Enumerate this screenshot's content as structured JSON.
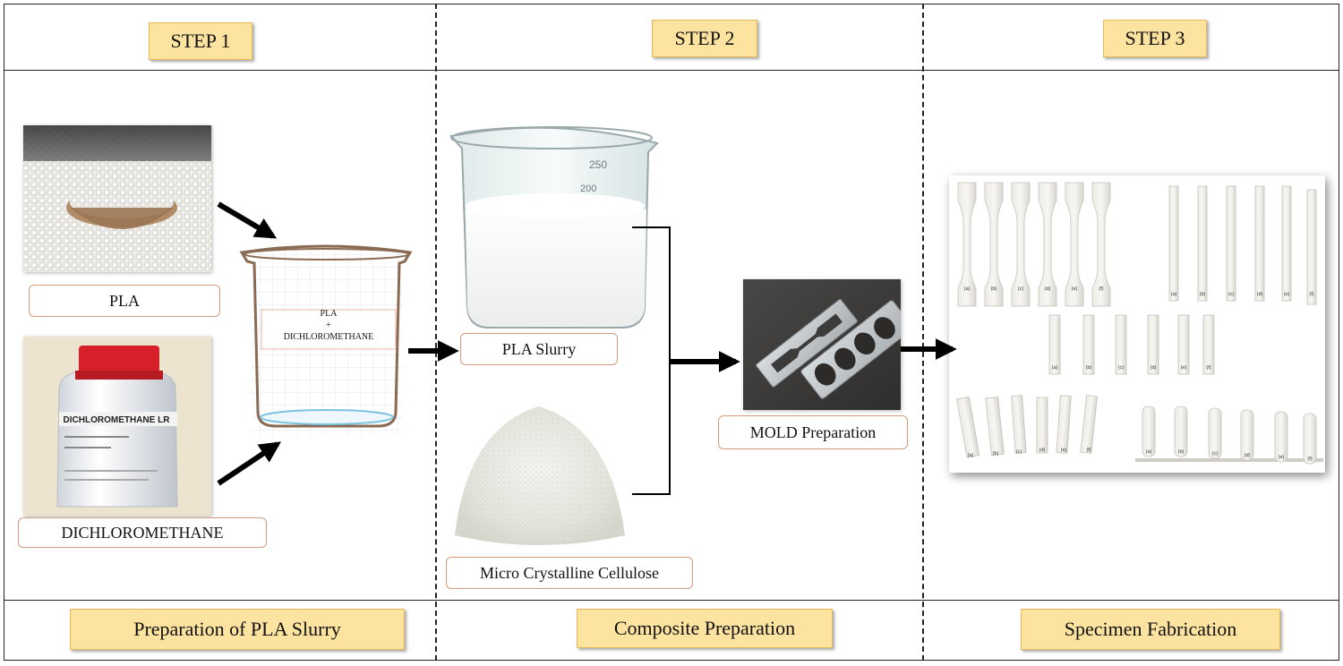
{
  "steps": {
    "step1": {
      "title": "STEP 1",
      "footer": "Preparation of PLA Slurry"
    },
    "step2": {
      "title": "STEP 2",
      "footer": "Composite Preparation"
    },
    "step3": {
      "title": "STEP 3",
      "footer": "Specimen Fabrication"
    }
  },
  "labels": {
    "pla": "PLA",
    "dichloromethane": "DICHLOROMETHANE",
    "beaker_mix_line1": "PLA",
    "beaker_mix_plus": "+",
    "beaker_mix_line2": "DICHLOROMETHANE",
    "pla_slurry": "PLA Slurry",
    "mcc": "Micro Crystalline  Cellulose",
    "mold": "MOLD Preparation"
  },
  "bottle": {
    "line1": "DICHLOROMETHANE LR"
  },
  "specimen_tags": [
    "(a)",
    "(b)",
    "(c)",
    "(d)",
    "(e)",
    "(f)"
  ],
  "colors": {
    "step_fill": "#fde3a0",
    "label_border": "#d49a7a",
    "beaker_outline": "#8a6a52",
    "bottle_cap": "#d8202a"
  }
}
